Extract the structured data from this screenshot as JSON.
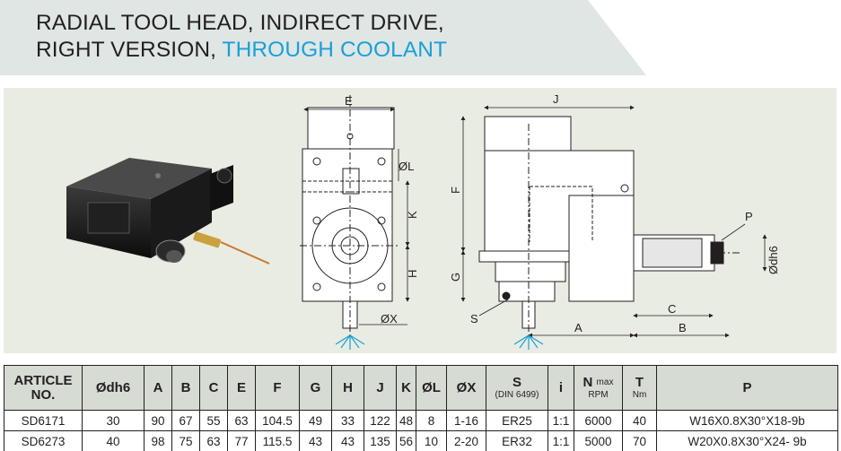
{
  "title": {
    "line1": "RADIAL TOOL HEAD, INDIRECT DRIVE,",
    "line2_dark": "RIGHT VERSION,",
    "line2_accent": "THROUGH COOLANT"
  },
  "colors": {
    "accent": "#1aa0d8",
    "title_band": "#dfe6e4",
    "drawing_bg": "#e9ece2",
    "header_bg": "#d6dbd3"
  },
  "drawing_labels": {
    "E": "E",
    "L": "ØL",
    "K": "K",
    "H": "H",
    "X": "ØX",
    "J": "J",
    "F": "F",
    "G": "G",
    "S": "S",
    "A": "A",
    "B": "B",
    "C": "C",
    "P": "P",
    "dh6": "Ødh6"
  },
  "table": {
    "headers": {
      "article": "ARTICLE",
      "article2": "NO.",
      "dh6": "Ødh6",
      "A": "A",
      "B": "B",
      "C": "C",
      "E": "E",
      "F": "F",
      "G": "G",
      "H": "H",
      "J": "J",
      "K": "K",
      "L": "ØL",
      "X": "ØX",
      "S": "S",
      "S_sub": "(DIN 6499)",
      "i": "i",
      "N": "N",
      "N_sup": "max",
      "N_sub": "RPM",
      "T": "T",
      "T_sub": "Nm",
      "P": "P"
    },
    "rows": [
      {
        "article": "SD6171",
        "dh6": "30",
        "A": "90",
        "B": "67",
        "C": "55",
        "E": "63",
        "F": "104.5",
        "G": "49",
        "H": "33",
        "J": "122",
        "K": "48",
        "L": "8",
        "X": "1-16",
        "S": "ER25",
        "i": "1:1",
        "N": "6000",
        "T": "40",
        "P": "W16X0.8X30°X18-9b"
      },
      {
        "article": "SD6273",
        "dh6": "40",
        "A": "98",
        "B": "75",
        "C": "63",
        "E": "77",
        "F": "115.5",
        "G": "43",
        "H": "43",
        "J": "135",
        "K": "56",
        "L": "10",
        "X": "2-20",
        "S": "ER32",
        "i": "1:1",
        "N": "5000",
        "T": "70",
        "P": "W20X0.8X30°X24- 9b"
      }
    ]
  }
}
